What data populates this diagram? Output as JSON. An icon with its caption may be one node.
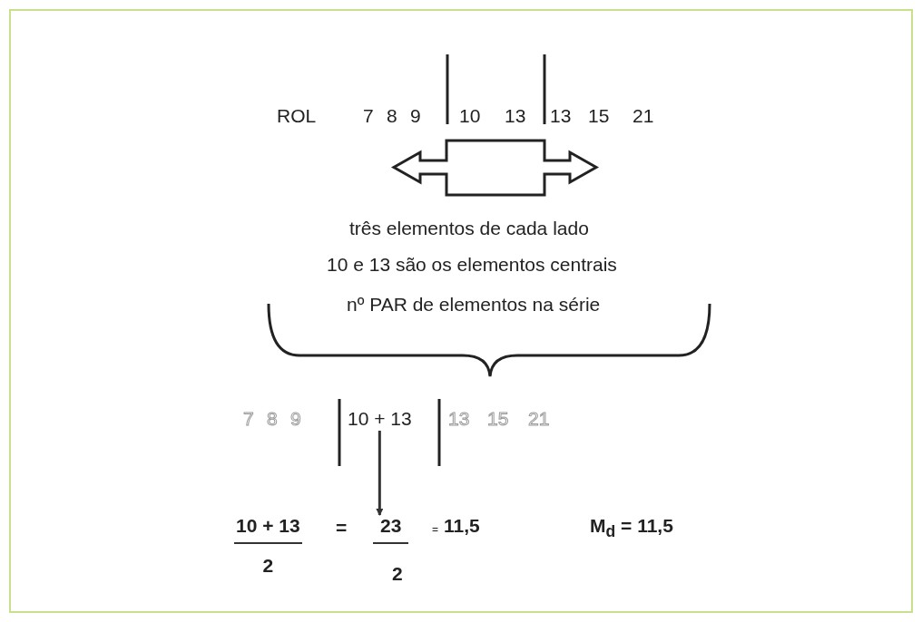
{
  "diagram": {
    "nodes": [
      {
        "text": [
          "10 + 13"
        ]
      },
      {
        "text": [
          "10 + 13",
          "2"
        ]
      }
    ],
    "edges": [
      {
        "from": 0,
        "to": 1,
        "arrow": "to"
      }
    ],
    "labels": [
      "ROL",
      "7",
      "8",
      "9",
      "10",
      "13",
      "13",
      "15",
      "21",
      "três elementos de cada lado",
      "10 e 13 são os elementos centrais",
      "nº PAR de elementos na série",
      "7",
      "8",
      "9",
      "13",
      "15",
      "21",
      "=",
      "23",
      "2",
      "=",
      "11,5",
      "M$_{d}$ = 11,5"
    ]
  }
}
